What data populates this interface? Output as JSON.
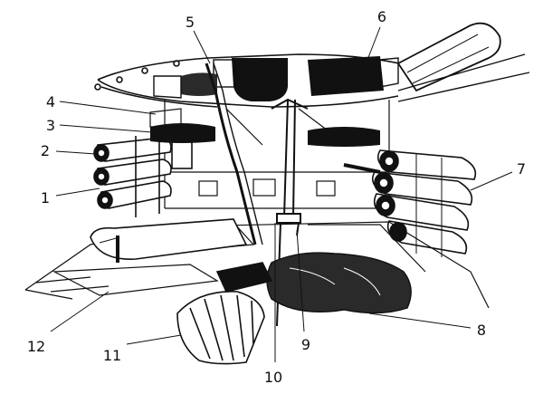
{
  "figure": {
    "palette": {
      "ink": "#111111",
      "paper": "#ffffff",
      "shade": "#2a2a2a"
    },
    "callouts": [
      {
        "number": "1"
      },
      {
        "number": "2"
      },
      {
        "number": "3"
      },
      {
        "number": "4"
      },
      {
        "number": "5"
      },
      {
        "number": "6"
      },
      {
        "number": "7"
      },
      {
        "number": "8"
      },
      {
        "number": "9"
      },
      {
        "number": "10"
      },
      {
        "number": "11"
      },
      {
        "number": "12"
      }
    ]
  }
}
